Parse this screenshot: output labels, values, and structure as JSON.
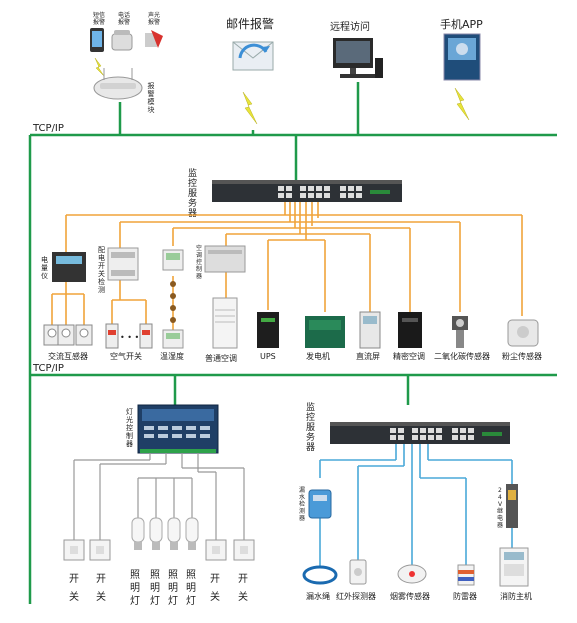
{
  "network": {
    "tcpip_top": "TCP/IP",
    "tcpip_mid": "TCP/IP"
  },
  "top": {
    "sms": "短信\n报警",
    "phone_alarm": "电话\n报警",
    "sound_light": "声光\n报警",
    "alarm_module": "报警模块",
    "email": "邮件报警",
    "remote": "远程访问",
    "app": "手机APP"
  },
  "server1": {
    "label": "监控服务器"
  },
  "devices": {
    "meter": "电量仪",
    "distribution": "配电开关检测",
    "ac_controller": "空调控制器",
    "ct": "交流互感器",
    "breaker": "空气开关",
    "breaker_dots": "• • •",
    "temp": "温湿度",
    "ac": "普通空调",
    "ups": "UPS",
    "generator": "发电机",
    "dc_screen": "直流屏",
    "precision_ac": "精密空调",
    "co2": "二氧化碳传感器",
    "dust": "粉尘传感器"
  },
  "lighting": {
    "controller": "灯光控制器",
    "col_labels": [
      "开关",
      "开关",
      "照明灯",
      "照明灯",
      "照明灯",
      "照明灯",
      "开关",
      "开关"
    ]
  },
  "server2": {
    "label": "监控服务器"
  },
  "sensors": {
    "leak_detector": "漏水检测器",
    "relay_24v": "24V继电器",
    "leak_rope": "漏水绳",
    "ir": "红外探测器",
    "smoke": "烟雾传感器",
    "lightning": "防雷器",
    "fire": "消防主机"
  },
  "colors": {
    "green": "#1f9a4a",
    "orange": "#f0a43a",
    "blue": "#4aa8d8",
    "lightning": "#e8e43a"
  }
}
